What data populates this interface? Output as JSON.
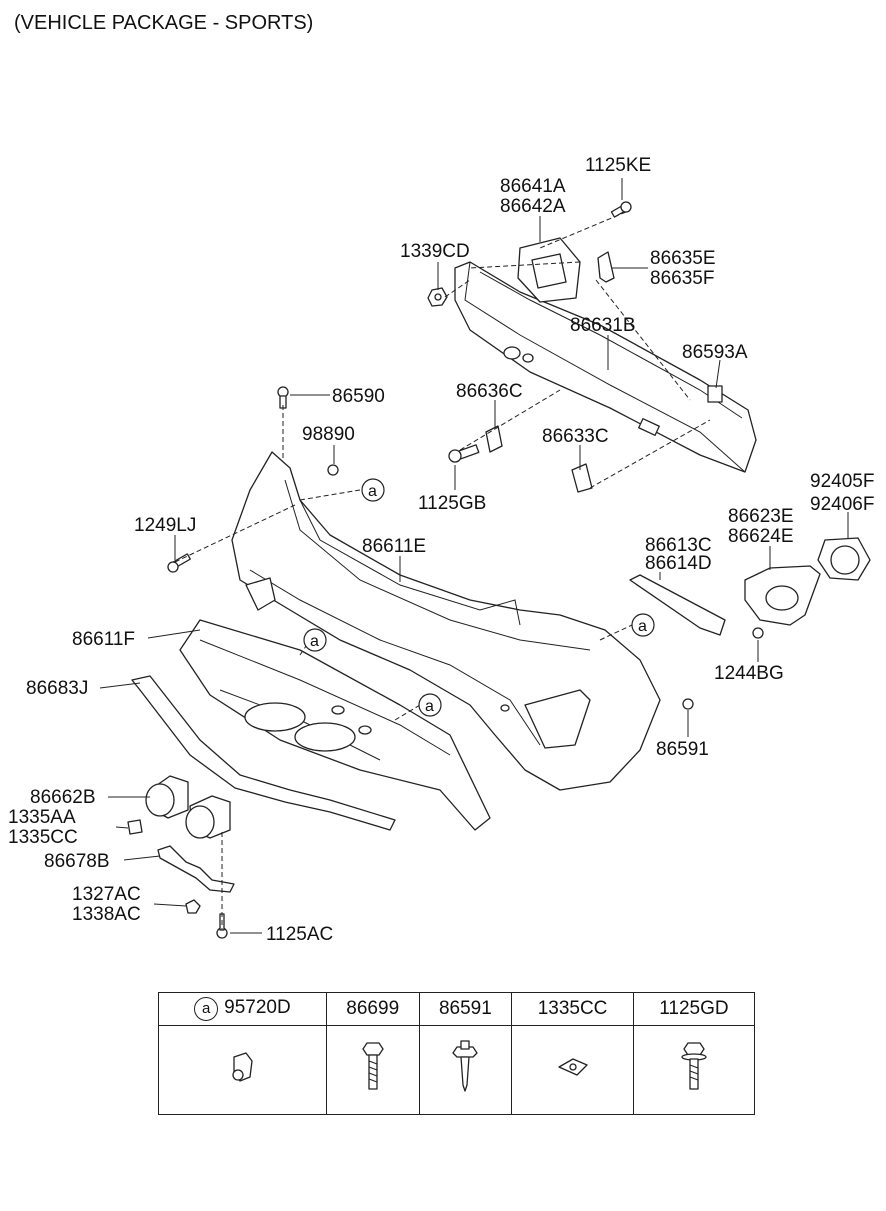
{
  "header": "(VEHICLE PACKAGE - SPORTS)",
  "callout_symbol": "a",
  "labels": {
    "l1125KE": "1125KE",
    "l86641A": "86641A",
    "l86642A": "86642A",
    "l1339CD": "1339CD",
    "l86635E": "86635E",
    "l86635F": "86635F",
    "l86631B": "86631B",
    "l86593A": "86593A",
    "l86590": "86590",
    "l86636C": "86636C",
    "l98890": "98890",
    "l86633C": "86633C",
    "l1125GB": "1125GB",
    "l1249LJ": "1249LJ",
    "l86611E": "86611E",
    "l92405F": "92405F",
    "l92406F": "92406F",
    "l86623E": "86623E",
    "l86624E": "86624E",
    "l86613C": "86613C",
    "l86614D": "86614D",
    "l86611F": "86611F",
    "l86683J": "86683J",
    "l1244BG": "1244BG",
    "l86591": "86591",
    "l86662B": "86662B",
    "l1335AA": "1335AA",
    "l1335CC": "1335CC",
    "l86678B": "86678B",
    "l1327AC": "1327AC",
    "l1338AC": "1338AC",
    "l1125AC": "1125AC"
  },
  "legend": {
    "columns": [
      "95720D",
      "86699",
      "86591",
      "1335CC",
      "1125GD"
    ]
  }
}
